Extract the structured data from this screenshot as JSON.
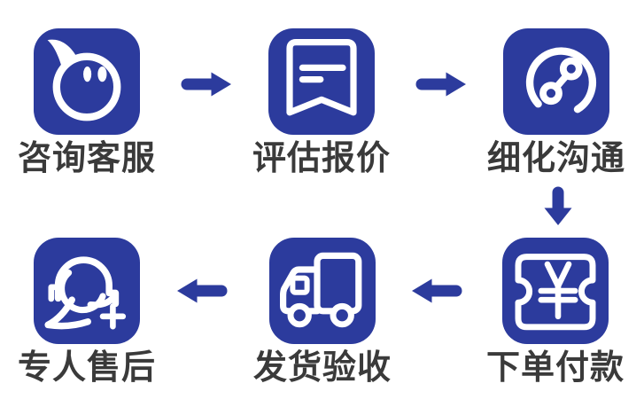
{
  "palette": {
    "accent_blue": "#2c3b9d",
    "icon_glyph_color": "#ffffff",
    "label_color": "#3a3a3a",
    "page_bg": "#ffffff"
  },
  "flow": {
    "steps": [
      {
        "label": "咨询客服",
        "icon": "customer-service-chat-icon"
      },
      {
        "label": "评估报价",
        "icon": "quote-bookmark-icon"
      },
      {
        "label": "细化沟通",
        "icon": "phone-communication-icon"
      },
      {
        "label": "下单付款",
        "icon": "payment-ticket-icon"
      },
      {
        "label": "发货验收",
        "icon": "delivery-truck-icon"
      },
      {
        "label": "专人售后",
        "icon": "after-sales-agent-icon"
      }
    ],
    "arrows": [
      {
        "from": "咨询客服",
        "to": "评估报价",
        "direction": "right"
      },
      {
        "from": "评估报价",
        "to": "细化沟通",
        "direction": "right"
      },
      {
        "from": "细化沟通",
        "to": "下单付款",
        "direction": "down"
      },
      {
        "from": "下单付款",
        "to": "发货验收",
        "direction": "left"
      },
      {
        "from": "发货验收",
        "to": "专人售后",
        "direction": "left"
      }
    ]
  }
}
